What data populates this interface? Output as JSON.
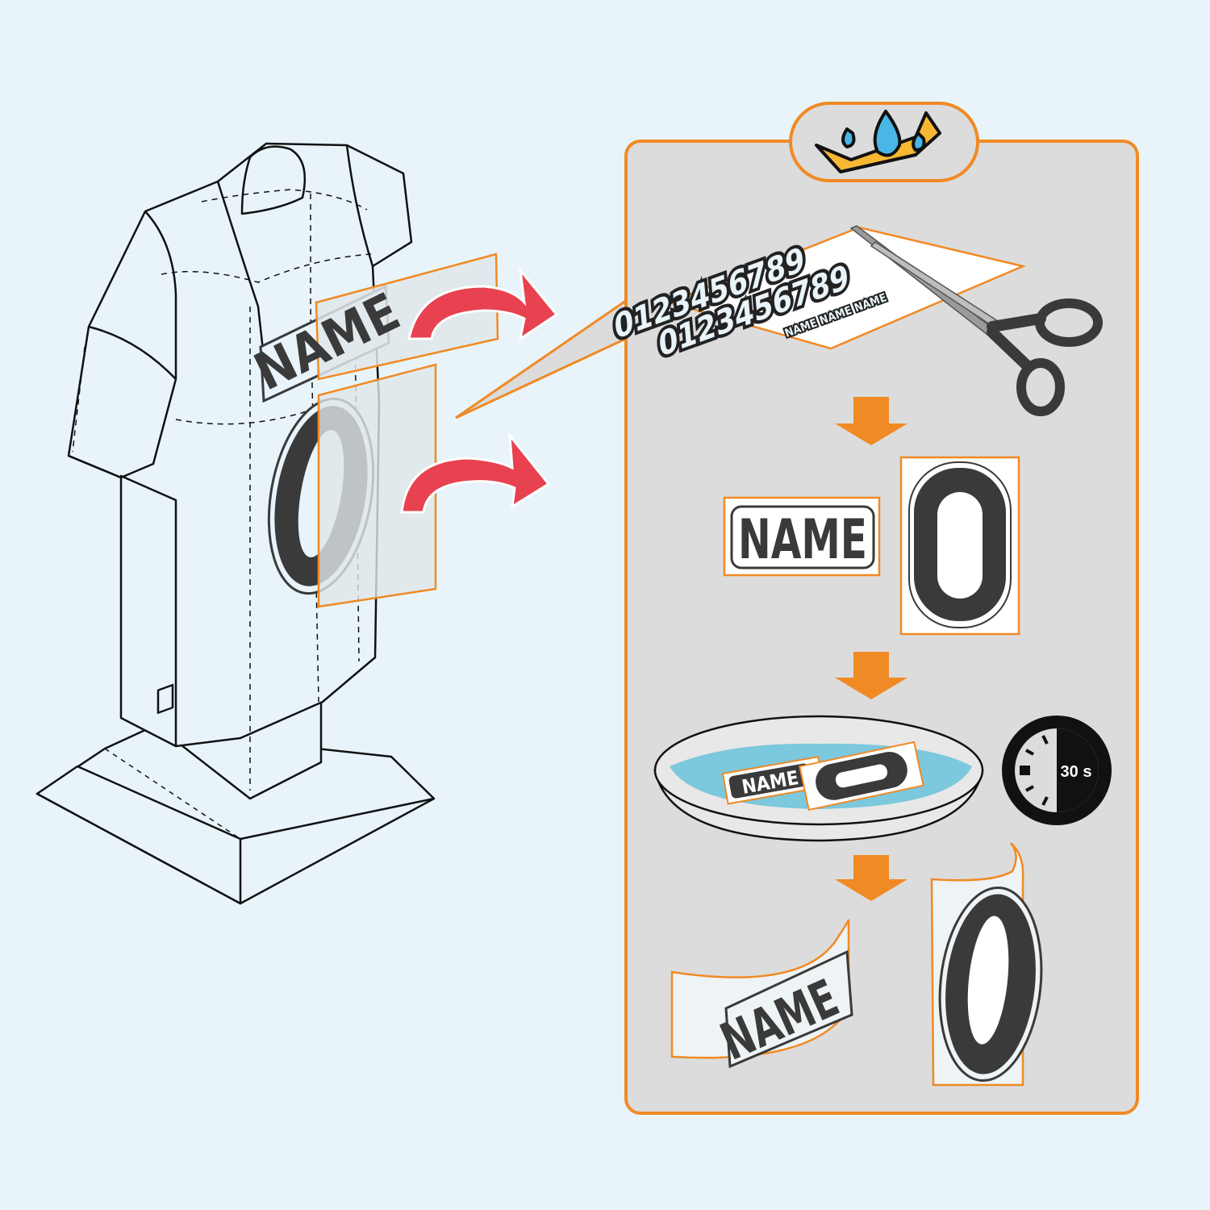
{
  "labels": {
    "name": "NAME",
    "number": "0",
    "sheet_digits": "0123456789",
    "sheet_names": "NAME NAME NAME",
    "timer": "30 s"
  },
  "colors": {
    "background": "#e8f4f9",
    "panel": "#dcdcdc",
    "accent_orange": "#f08a24",
    "arrow_red": "#e8414f",
    "water": "#7cc8dc",
    "ink": "#3a3a3a"
  },
  "icons": [
    "water-decal-icon",
    "scissors-icon",
    "timer-icon",
    "down-arrow-icon",
    "curved-arrow-icon"
  ]
}
